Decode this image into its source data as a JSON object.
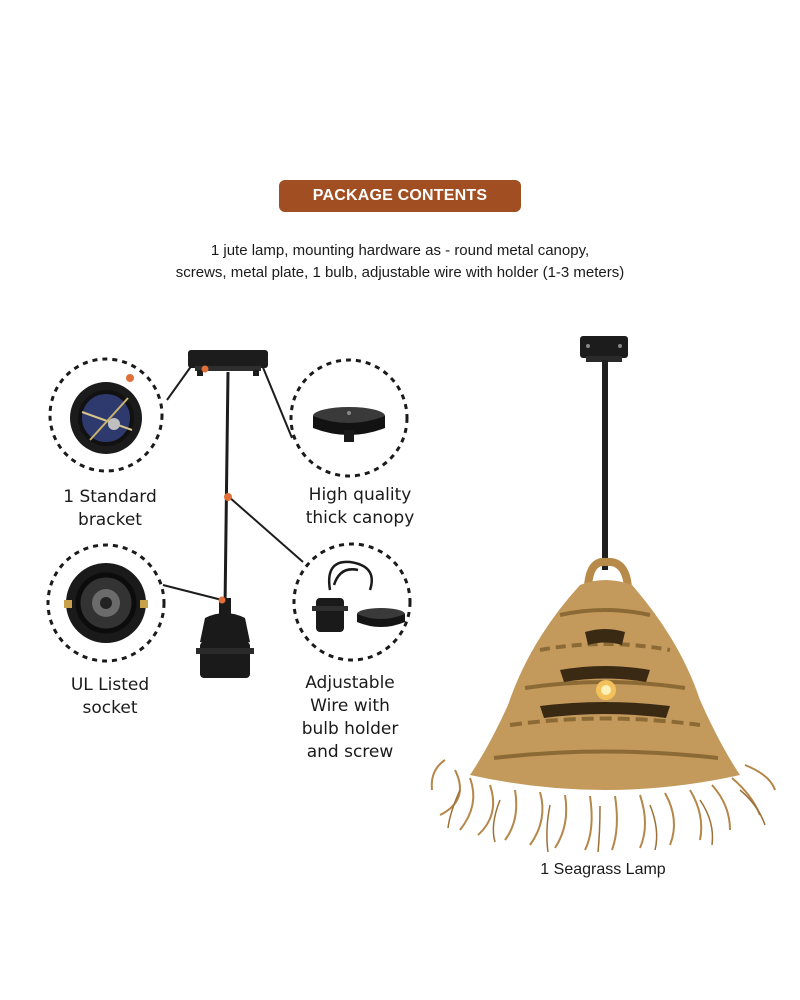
{
  "header": {
    "banner": "PACKAGE CONTENTS",
    "banner_color": "#a14f22"
  },
  "description": {
    "line1": "1 jute lamp, mounting hardware as - round metal canopy,",
    "line2": "screws, metal plate, 1 bulb, adjustable wire with holder (1-3 meters)"
  },
  "items": {
    "bracket": {
      "line1": "1 Standard",
      "line2": "bracket"
    },
    "canopy": {
      "line1": "High quality",
      "line2": "thick canopy"
    },
    "socket": {
      "line1": "UL Listed",
      "line2": "socket"
    },
    "wire": {
      "line1": "Adjustable",
      "line2": "Wire with",
      "line3": "bulb holder",
      "line4": "and screw"
    },
    "lamp": {
      "label": "1 Seagrass Lamp"
    }
  },
  "colors": {
    "accent": "#e0703a",
    "seagrass": "#c49a5c",
    "metal": "#1c1c1c"
  }
}
